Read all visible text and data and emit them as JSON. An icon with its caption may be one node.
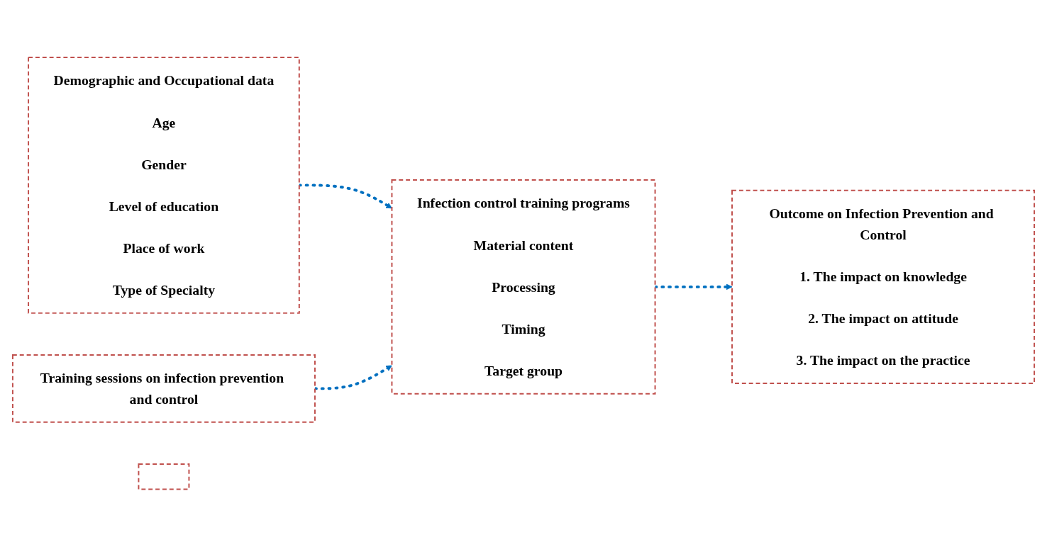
{
  "diagram": {
    "nodes": [
      {
        "text": [
          "Demographic and Occupational data",
          "Age",
          "Gender",
          "Level of education",
          "Place of work",
          "Type of Specialty"
        ]
      },
      {
        "text": [
          "Training sessions on infection prevention and control"
        ]
      },
      {
        "text": [],
        "shape": "box"
      },
      {
        "text": [
          "Infection control training programs",
          "Material content",
          "Processing",
          "Timing",
          "Target group"
        ]
      },
      {
        "text": [
          "Outcome on Infection Prevention and Control",
          "1. The impact on knowledge",
          "2. The impact on attitude",
          "3. The impact on the practice"
        ]
      }
    ],
    "edges": [
      {
        "from": 0,
        "to": 3,
        "arrow": "to",
        "style": "dashed"
      },
      {
        "from": 1,
        "to": 3,
        "arrow": "to",
        "style": "dashed"
      },
      {
        "from": 3,
        "to": 4,
        "arrow": "to",
        "style": "dashed"
      }
    ]
  }
}
